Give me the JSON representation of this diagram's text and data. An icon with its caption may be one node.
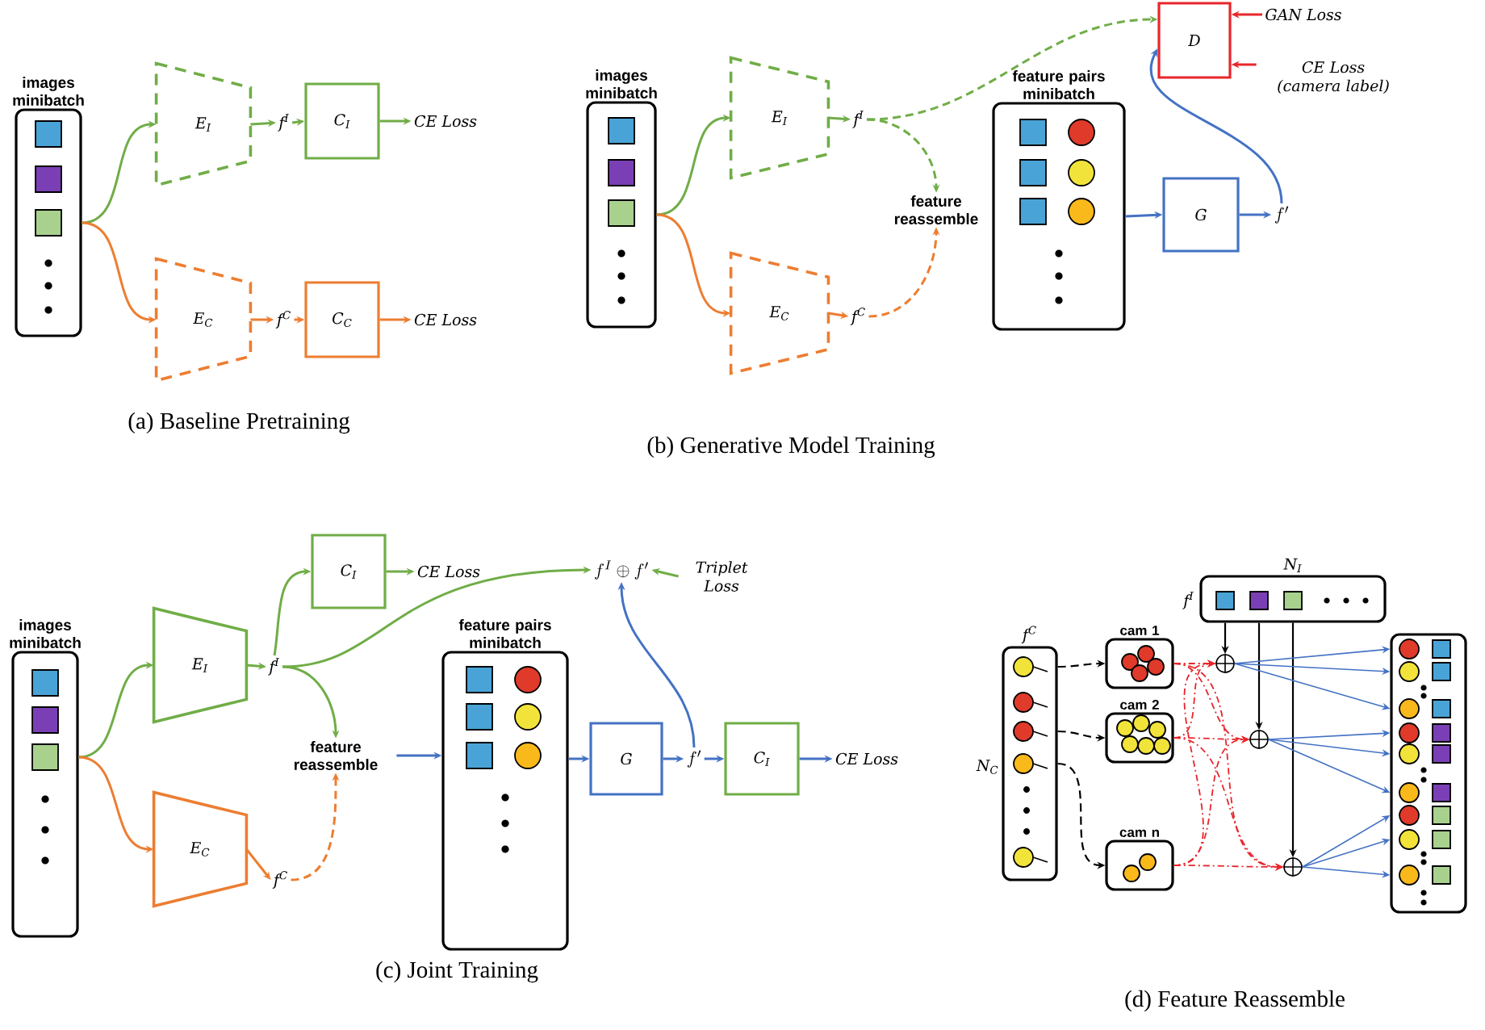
{
  "diagram": {
    "nodes": [
      {
        "text": [
          "images minibatch"
        ]
      },
      {
        "text": [
          "E$_{I}$"
        ]
      },
      {
        "text": [
          "f$^{I}$"
        ]
      },
      {
        "text": [
          "C$_{I}$"
        ]
      },
      {
        "text": [
          "CE Loss"
        ]
      },
      {
        "text": [
          "E$_{C}$"
        ]
      },
      {
        "text": [
          "f$^{C}$"
        ]
      },
      {
        "text": [
          "C$_{C}$"
        ]
      },
      {
        "text": [
          "CE Loss"
        ]
      },
      {
        "text": [
          "images minibatch"
        ]
      },
      {
        "text": [
          "E$_{I}$"
        ]
      },
      {
        "text": [
          "f$^{I}$"
        ]
      },
      {
        "text": [
          "feature reassemble"
        ]
      },
      {
        "text": [
          "E$_{C}$"
        ]
      },
      {
        "text": [
          "f$^{C}$"
        ]
      },
      {
        "text": [
          "feature pairs minibatch"
        ]
      },
      {
        "text": [
          "G"
        ]
      },
      {
        "text": [
          "f'"
        ]
      },
      {
        "text": [
          "D"
        ]
      },
      {
        "text": [
          "GAN Loss"
        ]
      },
      {
        "text": [
          "CE Loss (camera label)"
        ]
      },
      {
        "text": [
          "images minibatch"
        ]
      },
      {
        "text": [
          "E$_{I}$"
        ]
      },
      {
        "text": [
          "f$^{I}$"
        ]
      },
      {
        "text": [
          "C$_{I}$"
        ]
      },
      {
        "text": [
          "CE Loss"
        ]
      },
      {
        "text": [
          "f^{I}\\oplus f'"
        ]
      },
      {
        "text": [
          "Triplet Loss"
        ]
      },
      {
        "text": [
          "feature reassemble"
        ]
      },
      {
        "text": [
          "feature pairs minibatch"
        ]
      },
      {
        "text": [
          "G"
        ]
      },
      {
        "text": [
          "f'"
        ]
      },
      {
        "text": [
          "C$_{I}$"
        ]
      },
      {
        "text": [
          "CE Loss"
        ]
      },
      {
        "text": [
          "E$_{C}$"
        ]
      },
      {
        "text": [
          "f$^{C}$"
        ]
      },
      {
        "text": [
          "f$^{C}$"
        ],
        "beside": [
          "N$_{C}$"
        ]
      },
      {
        "text": [
          "N$_{I}$"
        ],
        "beside": [
          "f$^{I}$"
        ]
      },
      {
        "text": [
          "cam 1"
        ]
      },
      {
        "text": [
          "cam 2"
        ]
      },
      {
        "text": [
          "cam n"
        ]
      },
      {
        "text": [],
        "shape": "circle"
      },
      {
        "text": [],
        "shape": "circle"
      },
      {
        "text": [],
        "shape": "circle"
      },
      {
        "text": [],
        "shape": "box"
      }
    ],
    "edges": [
      {
        "from": 0,
        "to": 1,
        "arrow": "to",
        "color": "#70ad47"
      },
      {
        "from": 0,
        "to": 5,
        "arrow": "to",
        "color": "#ed7d31"
      },
      {
        "from": 1,
        "to": 2,
        "arrow": "to",
        "color": "#70ad47"
      },
      {
        "from": 2,
        "to": 3,
        "arrow": "to",
        "color": "#70ad47"
      },
      {
        "from": 3,
        "to": 4,
        "arrow": "to",
        "color": "#70ad47"
      },
      {
        "from": 5,
        "to": 6,
        "arrow": "to",
        "color": "#ed7d31"
      },
      {
        "from": 6,
        "to": 7,
        "arrow": "to",
        "color": "#ed7d31"
      },
      {
        "from": 7,
        "to": 8,
        "arrow": "to",
        "color": "#ed7d31"
      },
      {
        "from": 9,
        "to": 10,
        "arrow": "to",
        "color": "#70ad47"
      },
      {
        "from": 9,
        "to": 13,
        "arrow": "to",
        "color": "#ed7d31"
      },
      {
        "from": 10,
        "to": 11,
        "arrow": "to",
        "color": "#70ad47"
      },
      {
        "from": 11,
        "to": 18,
        "arrow": "to",
        "style": "dashed",
        "color": "#70ad47"
      },
      {
        "from": 11,
        "to": 12,
        "arrow": "to",
        "style": "dashed",
        "color": "#70ad47"
      },
      {
        "from": 13,
        "to": 14,
        "arrow": "to",
        "color": "#ed7d31"
      },
      {
        "from": 14,
        "to": 12,
        "arrow": "to",
        "style": "dashed",
        "color": "#ed7d31"
      },
      {
        "from": 15,
        "to": 16,
        "arrow": "to",
        "color": "#4472c4"
      },
      {
        "from": 16,
        "to": 17,
        "arrow": "to",
        "color": "#4472c4"
      },
      {
        "from": 17,
        "to": 18,
        "arrow": "to",
        "color": "#4472c4"
      },
      {
        "from": 19,
        "to": 18,
        "arrow": "to",
        "color": "#e8262b"
      },
      {
        "from": 20,
        "to": 18,
        "arrow": "to",
        "color": "#e8262b"
      },
      {
        "from": 21,
        "to": 22,
        "arrow": "to",
        "color": "#70ad47"
      },
      {
        "from": 21,
        "to": 34,
        "arrow": "to",
        "color": "#ed7d31"
      },
      {
        "from": 22,
        "to": 23,
        "arrow": "to",
        "color": "#70ad47"
      },
      {
        "from": 23,
        "to": 24,
        "arrow": "to",
        "color": "#70ad47"
      },
      {
        "from": 24,
        "to": 25,
        "arrow": "to",
        "color": "#70ad47"
      },
      {
        "from": 23,
        "to": 26,
        "arrow": "to",
        "color": "#70ad47"
      },
      {
        "from": 23,
        "to": 28,
        "arrow": "to",
        "color": "#70ad47"
      },
      {
        "from": 27,
        "to": 26,
        "arrow": "to",
        "color": "#70ad47"
      },
      {
        "from": 34,
        "to": 35,
        "arrow": "to",
        "color": "#ed7d31"
      },
      {
        "from": 35,
        "to": 28,
        "arrow": "to",
        "style": "dashed",
        "color": "#ed7d31"
      },
      {
        "from": 28,
        "to": 29,
        "arrow": "to",
        "color": "#4472c4"
      },
      {
        "from": 29,
        "to": 30,
        "arrow": "to",
        "color": "#4472c4"
      },
      {
        "from": 30,
        "to": 31,
        "arrow": "to",
        "color": "#4472c4"
      },
      {
        "from": 31,
        "to": 32,
        "arrow": "to",
        "color": "#4472c4"
      },
      {
        "from": 32,
        "to": 33,
        "arrow": "to",
        "color": "#4472c4"
      },
      {
        "from": 31,
        "to": 26,
        "arrow": "to",
        "color": "#4472c4"
      },
      {
        "from": 36,
        "to": 38,
        "arrow": "to",
        "style": "dashed",
        "color": "#000000"
      },
      {
        "from": 36,
        "to": 39,
        "arrow": "to",
        "style": "dashed",
        "color": "#000000"
      },
      {
        "from": 36,
        "to": 40,
        "arrow": "to",
        "style": "dashed",
        "color": "#000000"
      },
      {
        "from": 37,
        "to": 41,
        "arrow": "to",
        "color": "#000000"
      },
      {
        "from": 37,
        "to": 42,
        "arrow": "to",
        "color": "#000000"
      },
      {
        "from": 37,
        "to": 43,
        "arrow": "to",
        "color": "#000000"
      },
      {
        "from": 38,
        "to": 41,
        "arrow": "to",
        "style": "dashed",
        "color": "#e8262b"
      },
      {
        "from": 38,
        "to": 42,
        "arrow": "to",
        "style": "dashed",
        "color": "#e8262b"
      },
      {
        "from": 38,
        "to": 43,
        "arrow": "to",
        "style": "dashed",
        "color": "#e8262b"
      },
      {
        "from": 39,
        "to": 41,
        "arrow": "to",
        "style": "dashed",
        "color": "#e8262b"
      },
      {
        "from": 39,
        "to": 42,
        "arrow": "to",
        "style": "dashed",
        "color": "#e8262b"
      },
      {
        "from": 39,
        "to": 43,
        "arrow": "to",
        "style": "dashed",
        "color": "#e8262b"
      },
      {
        "from": 40,
        "to": 41,
        "arrow": "to",
        "style": "dashed",
        "color": "#e8262b"
      },
      {
        "from": 40,
        "to": 42,
        "arrow": "to",
        "style": "dashed",
        "color": "#e8262b"
      },
      {
        "from": 40,
        "to": 43,
        "arrow": "to",
        "style": "dashed",
        "color": "#e8262b"
      },
      {
        "from": 41,
        "to": 44,
        "arrow": "to",
        "color": "#4472c4"
      },
      {
        "from": 41,
        "to": 44,
        "arrow": "to",
        "color": "#4472c4"
      },
      {
        "from": 41,
        "to": 44,
        "arrow": "to",
        "color": "#4472c4"
      },
      {
        "from": 42,
        "to": 44,
        "arrow": "to",
        "color": "#4472c4"
      },
      {
        "from": 42,
        "to": 44,
        "arrow": "to",
        "color": "#4472c4"
      },
      {
        "from": 42,
        "to": 44,
        "arrow": "to",
        "color": "#4472c4"
      },
      {
        "from": 43,
        "to": 44,
        "arrow": "to",
        "color": "#4472c4"
      },
      {
        "from": 43,
        "to": 44,
        "arrow": "to",
        "color": "#4472c4"
      },
      {
        "from": 43,
        "to": 44,
        "arrow": "to",
        "color": "#4472c4"
      }
    ],
    "labels": [
      "(a) Baseline Pretraining",
      "(b) Generative Model Training",
      "(c) Joint Training",
      "(d) Feature Reassemble"
    ]
  }
}
